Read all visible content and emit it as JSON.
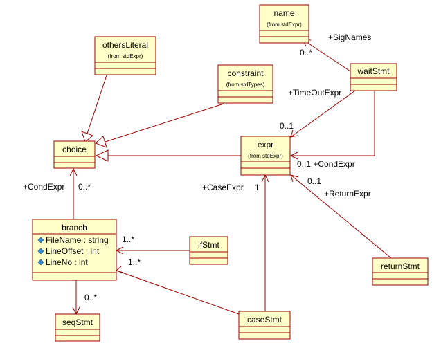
{
  "classes": {
    "name": {
      "label": "name",
      "from": "(from stdExpr)"
    },
    "othersLiteral": {
      "label": "othersLiteral",
      "from": "(from stdExpr)"
    },
    "constraint": {
      "label": "constraint",
      "from": "(from stdTypes)"
    },
    "waitStmt": {
      "label": "waitStmt"
    },
    "choice": {
      "label": "choice"
    },
    "expr": {
      "label": "expr",
      "from": "(from stdExpr)"
    },
    "branch": {
      "label": "branch",
      "attributes": [
        "FileName : string",
        "LineOffset : int",
        "LineNo : int"
      ]
    },
    "ifStmt": {
      "label": "ifStmt"
    },
    "returnStmt": {
      "label": "returnStmt"
    },
    "caseStmt": {
      "label": "caseStmt"
    },
    "seqStmt": {
      "label": "seqStmt"
    }
  },
  "labels": {
    "sigNames": "+SigNames",
    "sigNamesMult": "0..*",
    "timeOutExpr": "+TimeOutExpr",
    "timeOutMult": "0..1",
    "condExprWait": "0..1 +CondExpr",
    "returnMult": "0..1",
    "returnExpr": "+ReturnExpr",
    "caseExpr": "+CaseExpr",
    "caseMult": "1",
    "condExprBranch": "+CondExpr",
    "branchMult": "0..*",
    "ifMult": "1..*",
    "caseBranchMult": "1..*",
    "seqMult": "0..*"
  },
  "colors": {
    "box_fill": "#ffffc9",
    "line": "#990000",
    "attribute_icon": "#3a8ccf"
  }
}
